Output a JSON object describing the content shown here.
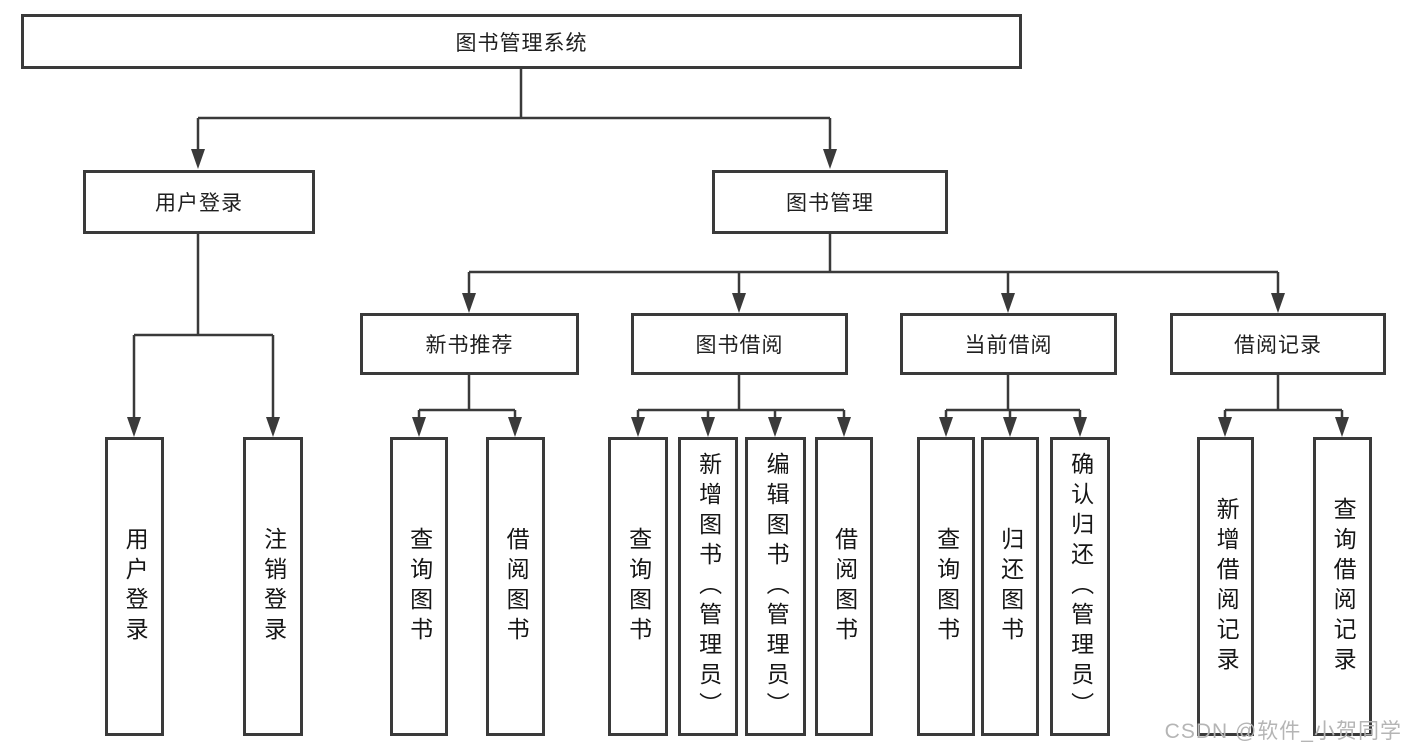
{
  "diagram": {
    "title": "图书管理系统",
    "level2": [
      "用户登录",
      "图书管理"
    ],
    "level3": [
      "新书推荐",
      "图书借阅",
      "当前借阅",
      "借阅记录"
    ],
    "leaves": {
      "user_login": [
        "用户登录",
        "注销登录"
      ],
      "new_book_recommend": [
        "查询图书",
        "借阅图书"
      ],
      "book_borrow": [
        "查询图书",
        "新增图书（管理员）",
        "编辑图书（管理员）",
        "借阅图书"
      ],
      "current_borrow": [
        "查询图书",
        "归还图书",
        "确认归还（管理员）"
      ],
      "borrow_records": [
        "新增借阅记录",
        "查询借阅记录"
      ]
    }
  },
  "watermark": {
    "text": "CSDN @软件_小贺同学"
  },
  "colors": {
    "line": "#3a3a3a",
    "text": "#1f1f1f",
    "watermark": "#b5b5b5",
    "background": "#ffffff"
  }
}
